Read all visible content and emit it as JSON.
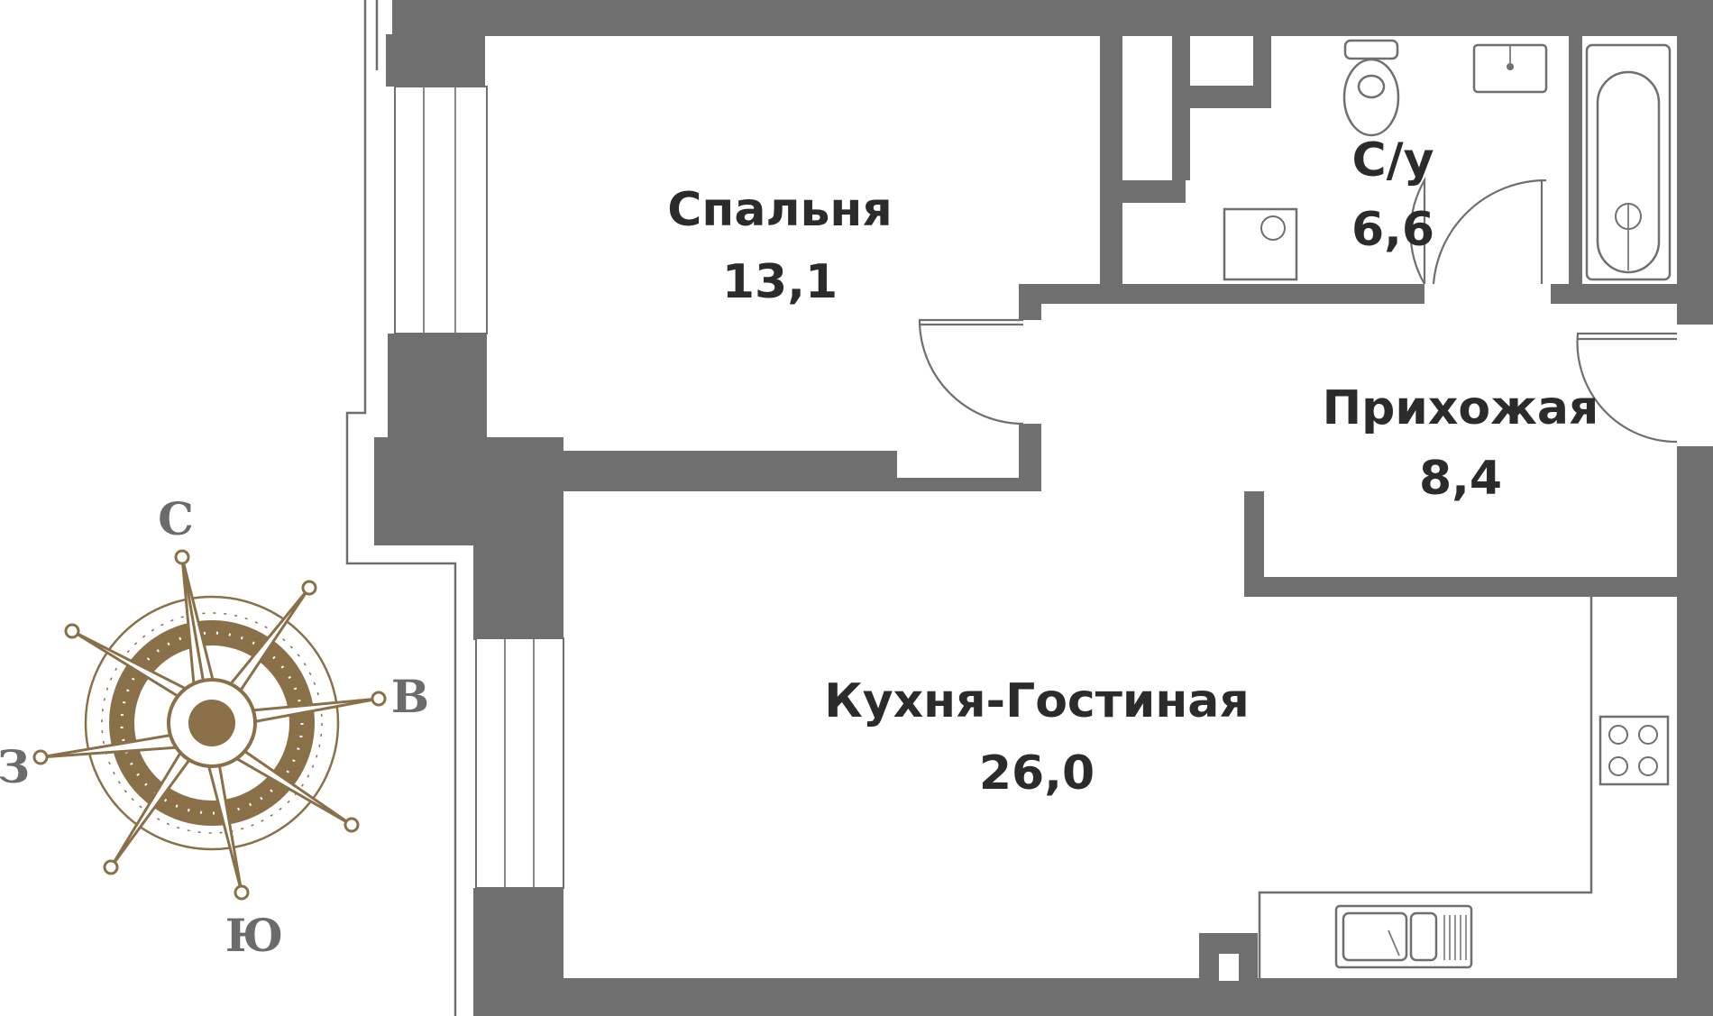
{
  "rooms": {
    "bedroom": {
      "name": "Спальня",
      "area": "13,1"
    },
    "bathroom": {
      "name": "С/у",
      "area": "6,6"
    },
    "hallway": {
      "name": "Прихожая",
      "area": "8,4"
    },
    "kitchen_living": {
      "name": "Кухня-Гостиная",
      "area": "26,0"
    }
  },
  "compass": {
    "north": "С",
    "east": "В",
    "south": "Ю",
    "west": "З",
    "color": "#8a7048"
  },
  "colors": {
    "wall": "#6f6f6f",
    "text": "#2b2b2b",
    "compass_letter": "#6b6b6b"
  }
}
